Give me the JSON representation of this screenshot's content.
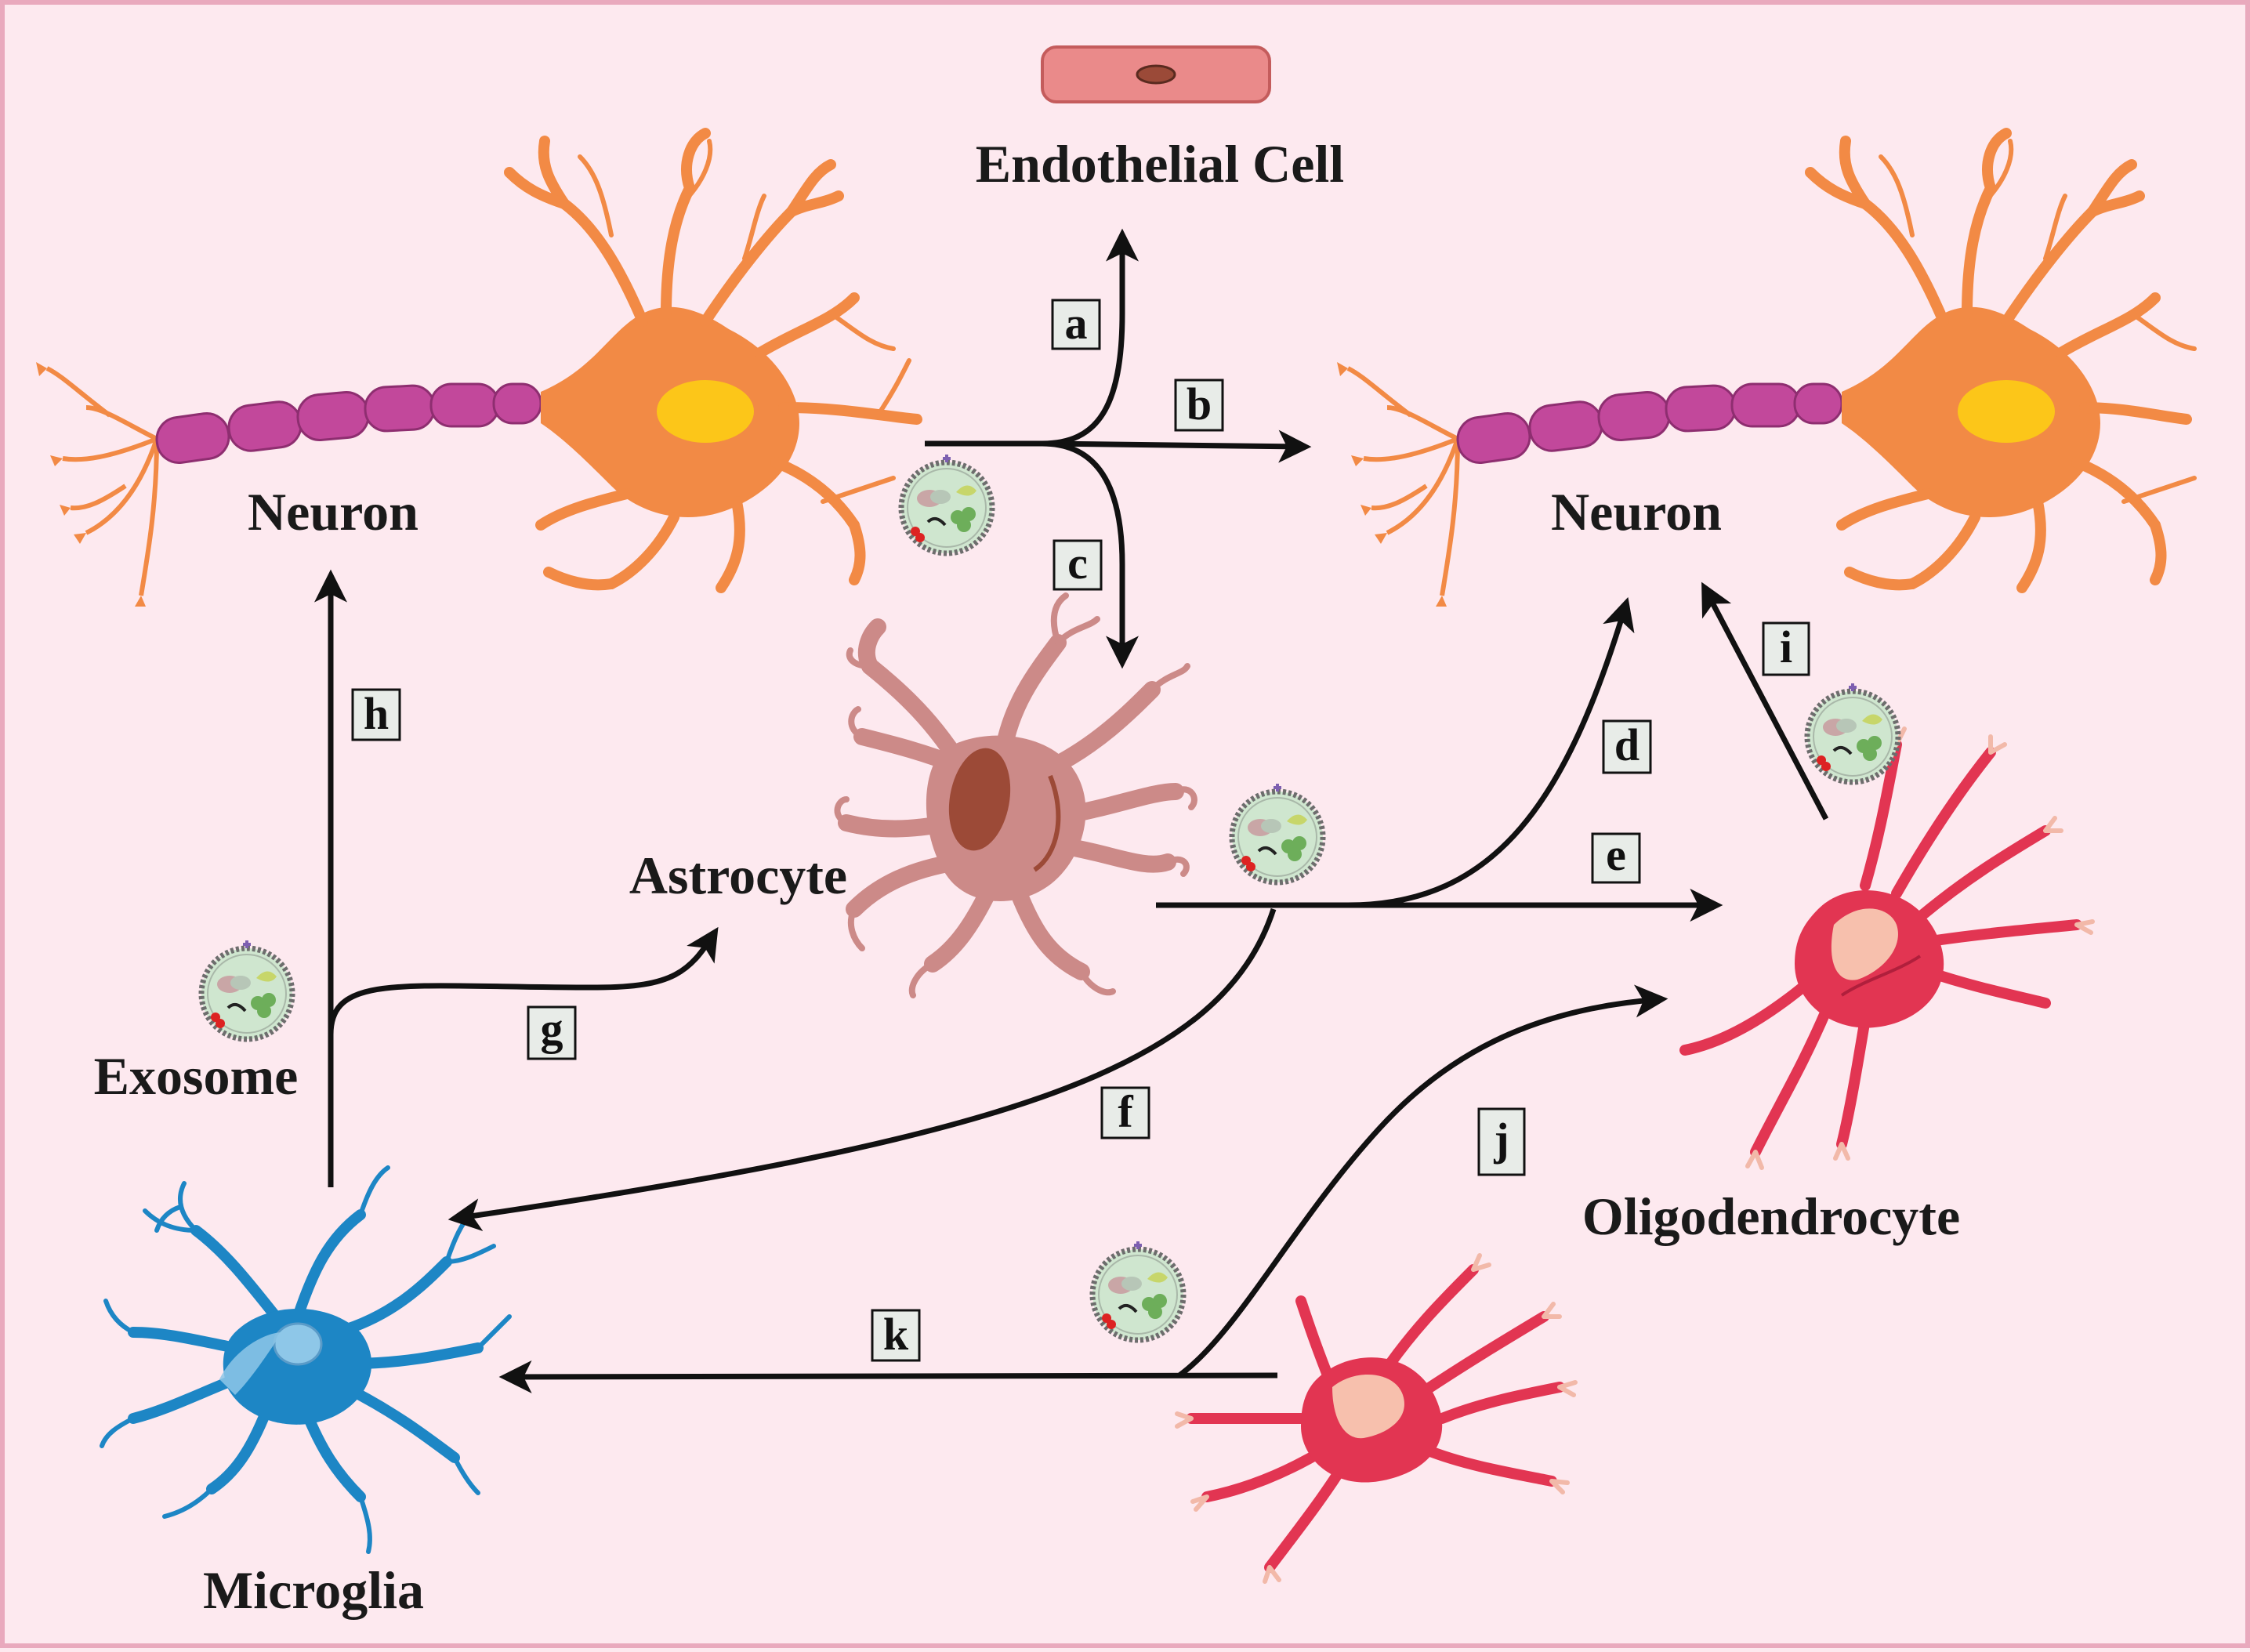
{
  "labels": {
    "endothelial": "Endothelial Cell",
    "neuron_left": "Neuron",
    "neuron_right": "Neuron",
    "astrocyte": "Astrocyte",
    "exosome": "Exosome",
    "microglia": "Microglia",
    "oligodendrocyte": "Oligodendrocyte"
  },
  "edges": {
    "a": "a",
    "b": "b",
    "c": "c",
    "d": "d",
    "e": "e",
    "f": "f",
    "g": "g",
    "h": "h",
    "i": "i",
    "j": "j",
    "k": "k"
  },
  "colors": {
    "background": "#fde9ef",
    "border": "#e9a9bd",
    "neuron_body": "#f28a45",
    "neuron_nucleus": "#fcc619",
    "myelin": "#c2489b",
    "astrocyte": "#cc8a88",
    "astrocyte_nucleus": "#9c4a37",
    "microglia": "#1d86c5",
    "oligodendrocyte": "#e23552",
    "endothelial": "#ea8a8a",
    "exosome": "#cfe6cf"
  },
  "icons": {
    "exosome": "exosome-vesicle-icon"
  }
}
